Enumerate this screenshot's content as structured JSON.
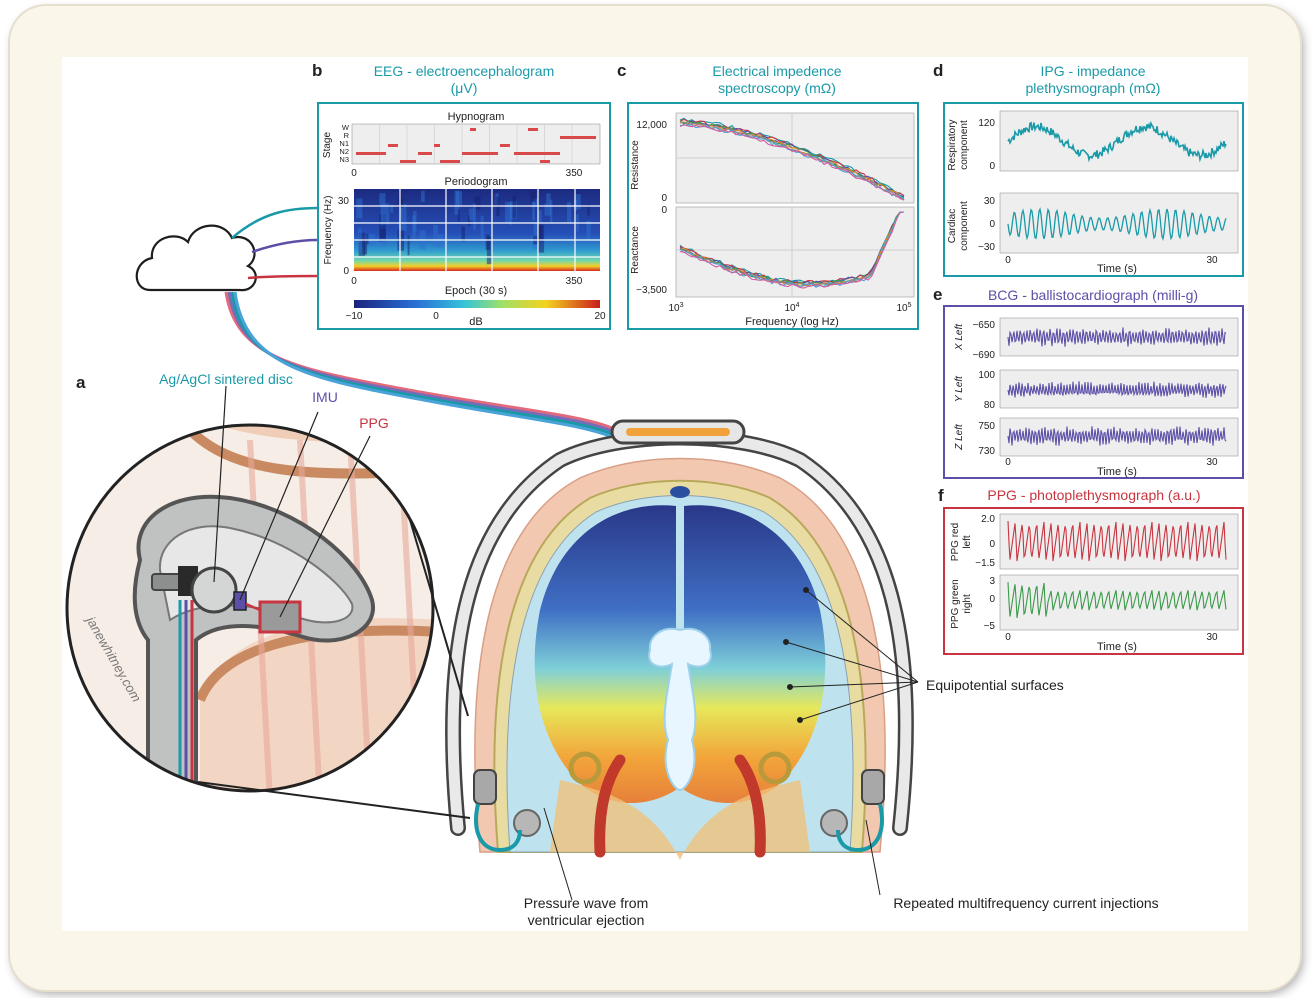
{
  "panels": {
    "a": {
      "letter": "a",
      "labels": {
        "disc": "Ag/AgCl sintered disc",
        "imu": "IMU",
        "ppg": "PPG",
        "equipotential": "Equipotential surfaces",
        "pressure_line1": "Pressure wave from",
        "pressure_line2": "ventricular ejection",
        "injections": "Repeated multifrequency current injections",
        "signature": "janewhitney.com"
      }
    },
    "b": {
      "letter": "b",
      "title_line1": "EEG - electroencephalogram",
      "title_line2": "(μV)",
      "hypnogram": {
        "title": "Hypnogram",
        "ylabel": "Stage",
        "stages": [
          "W",
          "R",
          "N1",
          "N2",
          "N3"
        ],
        "xticks": [
          "0",
          "350"
        ]
      },
      "periodogram": {
        "title": "Periodogram",
        "ylabel": "Frequency (Hz)",
        "yticks": [
          "30",
          "0"
        ],
        "xticks": [
          "0",
          "350"
        ],
        "xlabel": "Epoch (30 s)"
      },
      "colorbar": {
        "ticks": [
          "−10",
          "0",
          "20"
        ],
        "label": "dB"
      }
    },
    "c": {
      "letter": "c",
      "title_line1": "Electrical impedence",
      "title_line2": "spectroscopy (mΩ)",
      "resistance": {
        "ylabel": "Resistance",
        "yticks": [
          "12,000",
          "0"
        ]
      },
      "reactance": {
        "ylabel": "Reactance",
        "yticks": [
          "0",
          "−3,500"
        ]
      },
      "xticks": [
        "10",
        "10",
        "10"
      ],
      "xtick_exp": [
        "3",
        "4",
        "5"
      ],
      "xlabel": "Frequency (log Hz)"
    },
    "d": {
      "letter": "d",
      "title_line1": "IPG - impedance",
      "title_line2": "plethysmograph (mΩ)",
      "resp": {
        "ylabel1": "Respiratory",
        "ylabel2": "component",
        "yticks": [
          "120",
          "0"
        ]
      },
      "card": {
        "ylabel1": "Cardiac",
        "ylabel2": "component",
        "yticks": [
          "30",
          "0",
          "−30"
        ]
      },
      "xticks": [
        "0",
        "30"
      ],
      "xlabel": "Time (s)"
    },
    "e": {
      "letter": "e",
      "title": "BCG - ballistocardiograph (milli-g)",
      "x": {
        "ylabel": "X Left",
        "yticks": [
          "−650",
          "−690"
        ]
      },
      "y": {
        "ylabel": "Y Left",
        "yticks": [
          "100",
          "80"
        ]
      },
      "z": {
        "ylabel": "Z Left",
        "yticks": [
          "750",
          "730"
        ]
      },
      "xticks": [
        "0",
        "30"
      ],
      "xlabel": "Time (s)"
    },
    "f": {
      "letter": "f",
      "title": "PPG - photoplethysmograph (a.u.)",
      "red": {
        "ylabel1": "PPG red",
        "ylabel2": "left",
        "yticks": [
          "2.0",
          "0",
          "−1.5"
        ]
      },
      "green": {
        "ylabel1": "PPG green",
        "ylabel2": "right",
        "yticks": [
          "3",
          "0",
          "−5"
        ]
      },
      "xticks": [
        "0",
        "30"
      ],
      "xlabel": "Time (s)"
    }
  },
  "colors": {
    "teal": "#1a9aa8",
    "purple": "#5b4fa8",
    "red": "#c8343f",
    "green": "#3a9a4a",
    "ink": "#222222"
  }
}
